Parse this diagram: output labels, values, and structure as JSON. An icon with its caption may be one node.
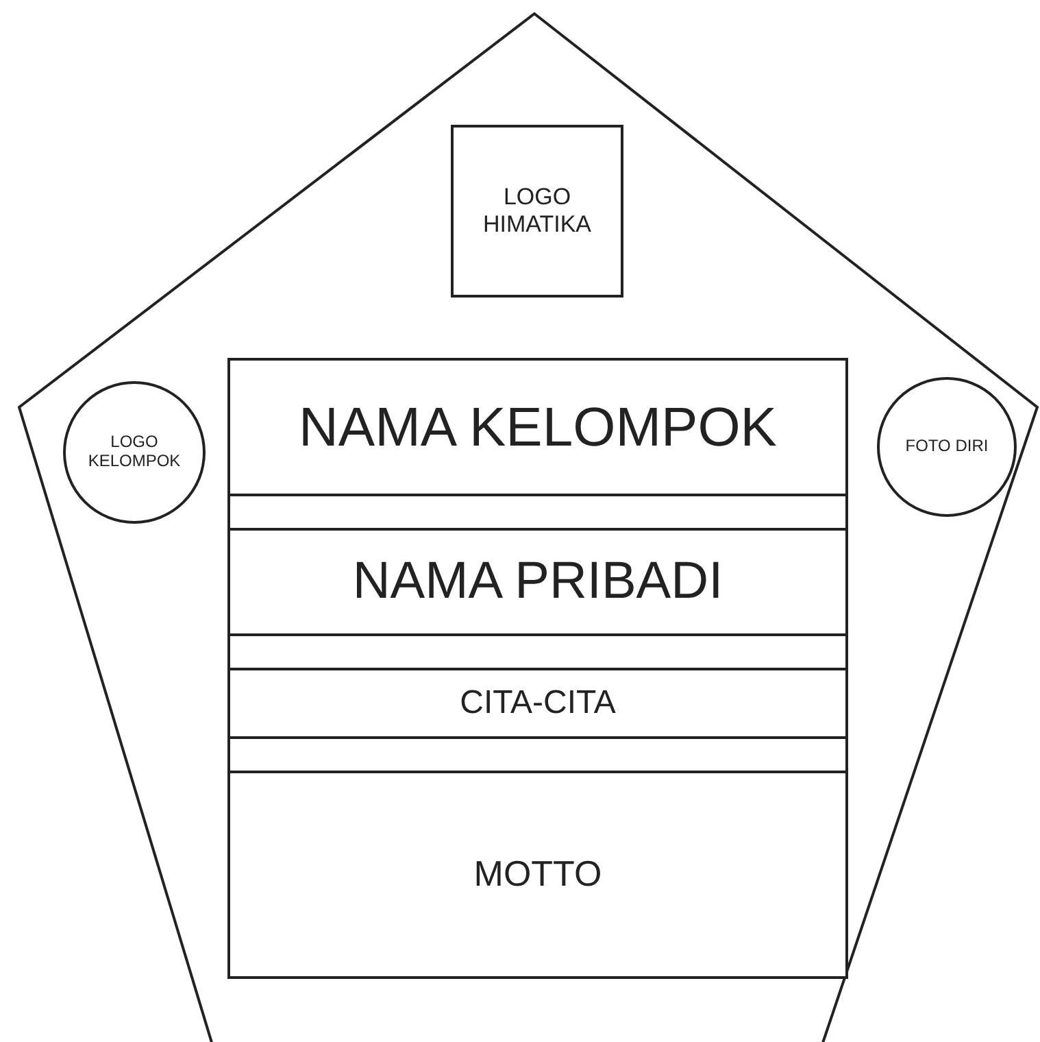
{
  "diagram": {
    "nodes": [
      {
        "text": [],
        "shape": "pentagon"
      },
      {
        "text": [
          "LOGO HIMATIKA"
        ],
        "in": 0
      },
      {
        "text": [
          "LOGO KELOMPOK"
        ],
        "in": 0
      },
      {
        "text": [
          "FOTO DIRI"
        ],
        "in": 0
      },
      {
        "text": [
          "NAMA KELOMPOK"
        ],
        "in": 0
      },
      {
        "text": [],
        "shape": "box",
        "in": 0
      },
      {
        "text": [
          "NAMA PRIBADI"
        ],
        "in": 0
      },
      {
        "text": [],
        "shape": "box",
        "in": 0
      },
      {
        "text": [
          "CITA-CITA"
        ],
        "in": 0
      },
      {
        "text": [],
        "shape": "box",
        "in": 0
      },
      {
        "text": [
          "MOTTO"
        ],
        "in": 0
      }
    ],
    "edges": []
  }
}
